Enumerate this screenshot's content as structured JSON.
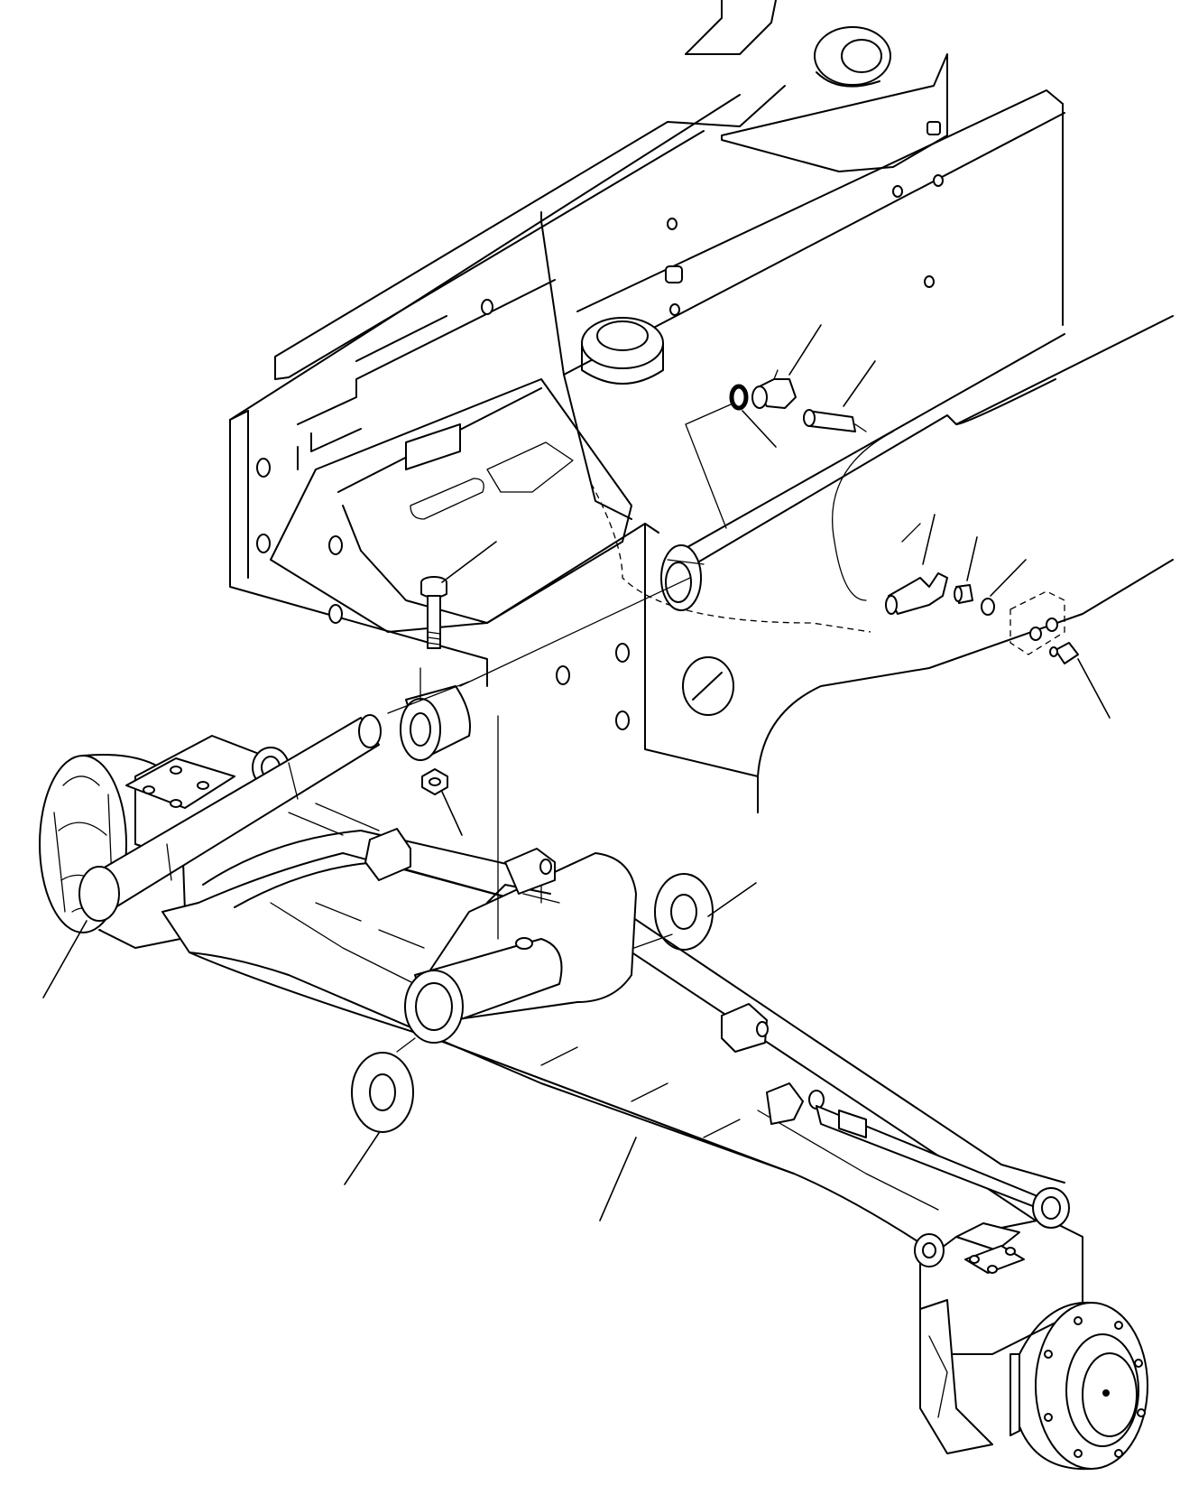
{
  "diagram": {
    "callouts": [
      {
        "id": "leader-elbow-fitting"
      },
      {
        "id": "leader-hose-fitting"
      },
      {
        "id": "leader-o-ring-upper"
      },
      {
        "id": "leader-bolt"
      },
      {
        "id": "leader-elbow-lower"
      },
      {
        "id": "leader-connector-lower"
      },
      {
        "id": "leader-o-ring-lower"
      },
      {
        "id": "leader-grease-nipple"
      },
      {
        "id": "leader-nut"
      },
      {
        "id": "leader-thrust-washer-right"
      },
      {
        "id": "leader-pivot-pin"
      },
      {
        "id": "leader-thrust-washer-left"
      },
      {
        "id": "leader-axle-assembly"
      }
    ]
  }
}
